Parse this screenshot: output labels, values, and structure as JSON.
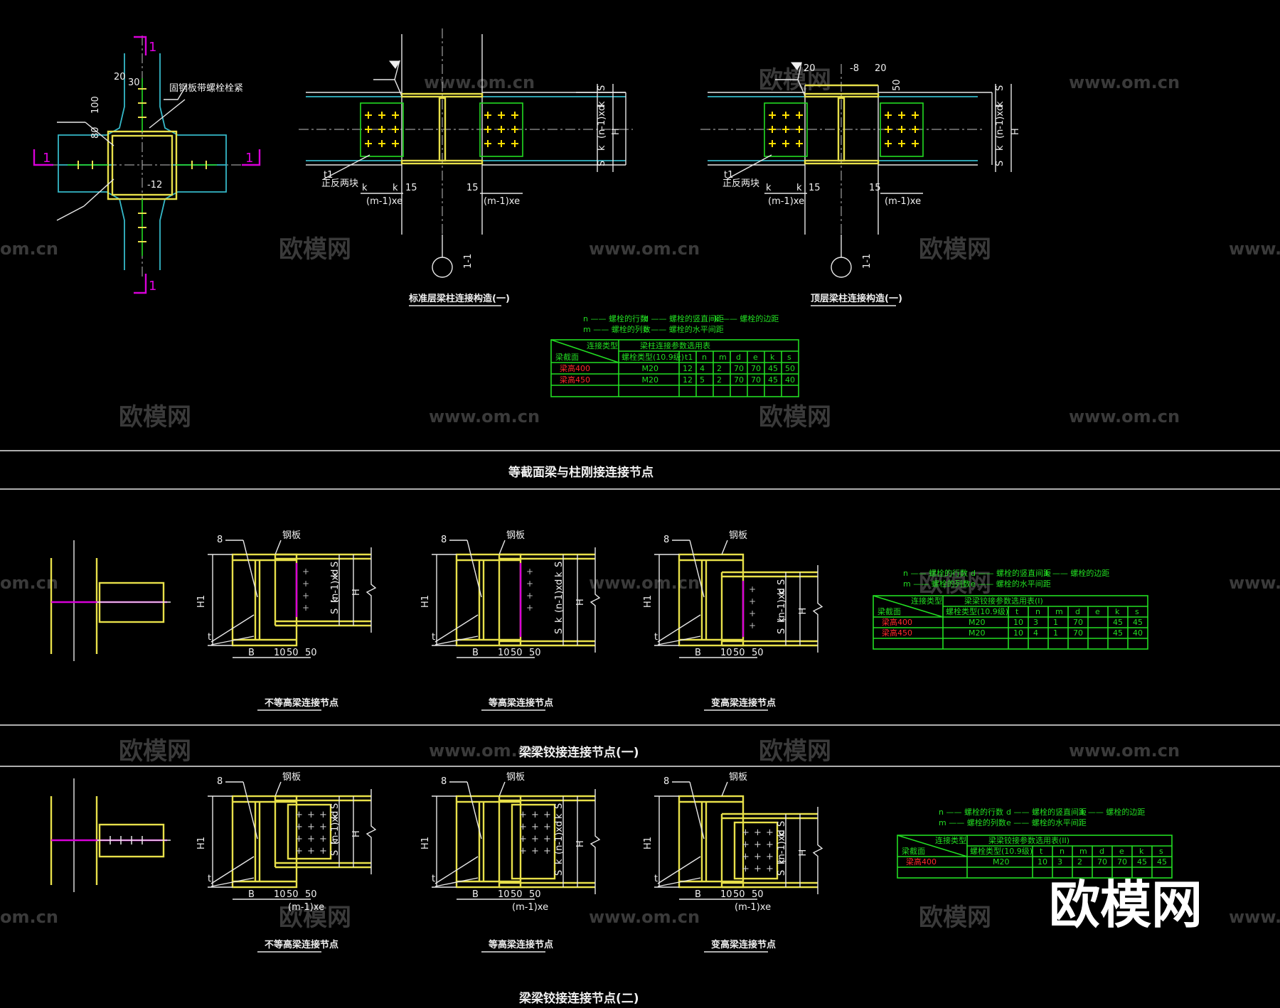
{
  "watermark": {
    "brand": "欧模网",
    "url": "www.om.cn",
    "url_short": "om.cn"
  },
  "colors": {
    "background": "#000000",
    "yellow": "#e8e04a",
    "green": "#22dd22",
    "cyan": "#35b8c8",
    "magenta": "#d800d8",
    "red": "#ff2a2a",
    "white": "#e8e8e8"
  },
  "section_a": {
    "plan": {
      "cut_label": "1",
      "dims": [
        "20",
        "30",
        "100",
        "80",
        "-12"
      ],
      "note": "固钢板带螺栓栓紧"
    },
    "detail1": {
      "title": "标准层梁柱连接构造(一)",
      "section_label": "1-1",
      "plate_label": "t1",
      "plate_note": "正反两块",
      "dims": [
        "k",
        "k",
        "15",
        "15",
        "(m-1)xe",
        "(m-1)xe",
        "S",
        "k",
        "(n-1)xd",
        "k",
        "S",
        "H"
      ]
    },
    "detail2": {
      "title": "顶层梁柱连接构造(一)",
      "section_label": "1-1",
      "plate_label": "t1",
      "plate_note": "正反两块",
      "dims": [
        "20",
        "-8",
        "20",
        "50"
      ]
    },
    "legend": [
      {
        "sym": "n",
        "text": "螺栓的行数"
      },
      {
        "sym": "d",
        "text": "螺栓的竖直间距"
      },
      {
        "sym": "k",
        "text": "螺栓的边距"
      },
      {
        "sym": "m",
        "text": "螺栓的列数"
      },
      {
        "sym": "e",
        "text": "螺栓的水平间距"
      }
    ],
    "table": {
      "title": "梁柱连接参数选用表",
      "corner_top": "连接类型",
      "corner_bottom": "梁截面",
      "headers": [
        "螺栓类型(10.9级)",
        "t1",
        "n",
        "m",
        "d",
        "e",
        "k",
        "s"
      ],
      "rows": [
        {
          "name": "梁高400",
          "cells": [
            "M20",
            "12",
            "4",
            "2",
            "70",
            "70",
            "45",
            "50"
          ]
        },
        {
          "name": "梁高450",
          "cells": [
            "M20",
            "12",
            "5",
            "2",
            "70",
            "70",
            "45",
            "40"
          ]
        }
      ]
    }
  },
  "band1_title": "等截面梁与柱刚接连接节点",
  "section_b": {
    "details": [
      {
        "title": "不等高梁连接节点"
      },
      {
        "title": "等高梁连接节点"
      },
      {
        "title": "变高梁连接节点"
      }
    ],
    "labels": {
      "B": "B",
      "d10": "10",
      "d50": "50",
      "d50b": "50",
      "H1": "H1",
      "H": "H",
      "t": "t",
      "weld": "8",
      "plate": "钢板"
    },
    "side_dims": [
      "S",
      "k",
      "(n-1)xd",
      "k",
      "S"
    ],
    "legend": [
      {
        "sym": "n",
        "text": "螺栓的行数"
      },
      {
        "sym": "d",
        "text": "螺栓的竖直间距"
      },
      {
        "sym": "k",
        "text": "螺栓的边距"
      },
      {
        "sym": "m",
        "text": "螺栓的列数"
      },
      {
        "sym": "e",
        "text": "螺栓的水平间距"
      }
    ],
    "table": {
      "title": "梁梁铰接参数选用表(I)",
      "corner_top": "连接类型",
      "corner_bottom": "梁截面",
      "headers": [
        "螺栓类型(10.9级)",
        "t",
        "n",
        "m",
        "d",
        "e",
        "k",
        "s"
      ],
      "rows": [
        {
          "name": "梁高400",
          "cells": [
            "M20",
            "10",
            "3",
            "1",
            "70",
            "",
            "45",
            "45"
          ]
        },
        {
          "name": "梁高450",
          "cells": [
            "M20",
            "10",
            "4",
            "1",
            "70",
            "",
            "45",
            "40"
          ]
        }
      ]
    }
  },
  "band2_title": "梁梁铰接连接节点(一)",
  "section_c": {
    "details": [
      {
        "title": "不等高梁连接节点"
      },
      {
        "title": "等高梁连接节点"
      },
      {
        "title": "变高梁连接节点"
      }
    ],
    "labels": {
      "B": "B",
      "d10": "10",
      "d50": "50",
      "d50b": "50",
      "H1": "H1",
      "H": "H",
      "t": "t",
      "weld": "8",
      "plate": "钢板",
      "me": "(m-1)xe"
    },
    "table": {
      "title": "梁梁铰接参数选用表(II)",
      "corner_top": "连接类型",
      "corner_bottom": "梁截面",
      "headers": [
        "螺栓类型(10.9级)",
        "t",
        "n",
        "m",
        "d",
        "e",
        "k",
        "s"
      ],
      "rows": [
        {
          "name": "梁高400",
          "cells": [
            "M20",
            "10",
            "3",
            "2",
            "70",
            "70",
            "45",
            "45"
          ]
        }
      ]
    }
  },
  "band3_title": "梁梁铰接连接节点(二)"
}
